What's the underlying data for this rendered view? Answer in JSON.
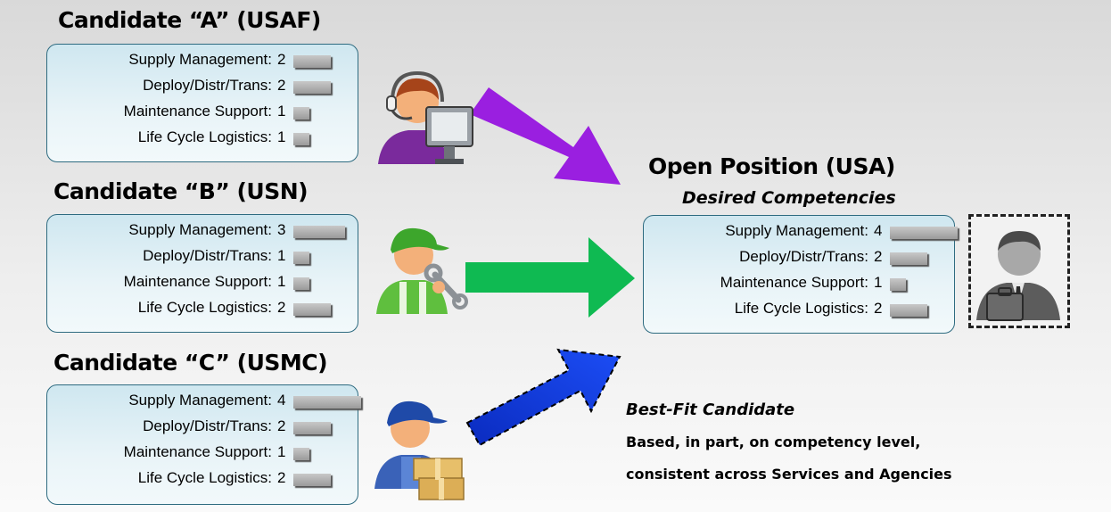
{
  "candidates": [
    {
      "title": "Candidate “A” (USAF)",
      "competencies": [
        {
          "label": "Supply Management:",
          "level": "2",
          "value": 2
        },
        {
          "label": "Deploy/Distr/Trans:",
          "level": "2",
          "value": 2
        },
        {
          "label": "Maintenance Support:",
          "level": "1",
          "value": 1
        },
        {
          "label": "Life Cycle Logistics:",
          "level": "1",
          "value": 1
        }
      ]
    },
    {
      "title": "Candidate “B” (USN)",
      "competencies": [
        {
          "label": "Supply Management:",
          "level": "3",
          "value": 3
        },
        {
          "label": "Deploy/Distr/Trans:",
          "level": "1",
          "value": 1
        },
        {
          "label": "Maintenance Support:",
          "level": "1",
          "value": 1
        },
        {
          "label": "Life Cycle Logistics:",
          "level": "2",
          "value": 2
        }
      ]
    },
    {
      "title": "Candidate “C” (USMC)",
      "competencies": [
        {
          "label": "Supply Management:",
          "level": "4",
          "value": 4
        },
        {
          "label": "Deploy/Distr/Trans:",
          "level": "2",
          "value": 2
        },
        {
          "label": "Maintenance Support:",
          "level": "1",
          "value": 1
        },
        {
          "label": "Life Cycle Logistics:",
          "level": "2",
          "value": 2
        }
      ]
    }
  ],
  "position": {
    "title": "Open Position (USA)",
    "subtitle": "Desired Competencies",
    "competencies": [
      {
        "label": "Supply Management:",
        "level": "4",
        "value": 4
      },
      {
        "label": "Deploy/Distr/Trans:",
        "level": "2",
        "value": 2
      },
      {
        "label": "Maintenance Support:",
        "level": "1",
        "value": 1
      },
      {
        "label": "Life Cycle Logistics:",
        "level": "2",
        "value": 2
      }
    ]
  },
  "best_fit": {
    "title": "Best-Fit Candidate",
    "line1": "Based, in part, on competency level,",
    "line2": "consistent across Services and Agencies"
  },
  "icons": {
    "candidate_a": "call-center-agent-icon",
    "candidate_b": "mechanic-with-wrench-icon",
    "candidate_c": "delivery-worker-with-boxes-icon",
    "position": "businessman-with-briefcase-icon"
  },
  "colors": {
    "panel_border": "#2e6b80",
    "panel_fill": "#dff0f6",
    "arrow_a": "#9a1fe0",
    "arrow_b": "#0fba52",
    "arrow_c": "#0b35e0"
  }
}
